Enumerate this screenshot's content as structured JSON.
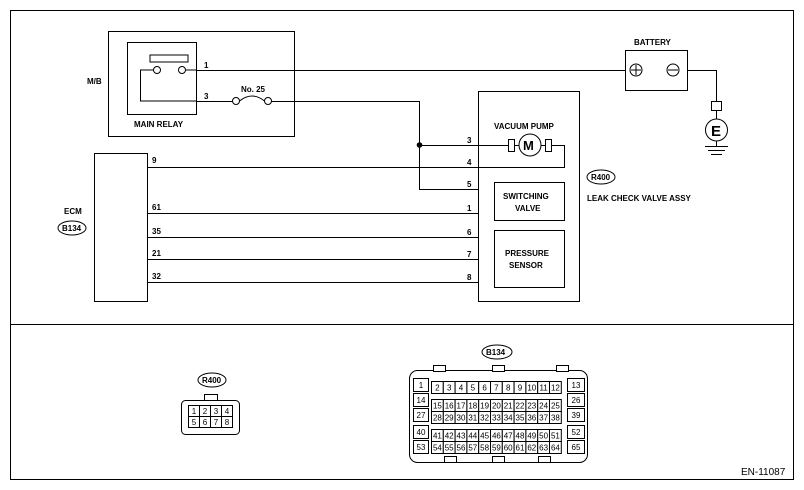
{
  "mb": {
    "label": "M/B"
  },
  "main_relay": {
    "label": "MAIN RELAY",
    "pin_a": "1",
    "pin_b": "3"
  },
  "fuse": {
    "label": "No. 25"
  },
  "battery": {
    "label": "BATTERY"
  },
  "ground": {
    "symbol": "E"
  },
  "ecm": {
    "label": "ECM",
    "connector": "B134",
    "pins": [
      "9",
      "61",
      "35",
      "21",
      "32"
    ]
  },
  "leak_check_valve_assy": {
    "label": "LEAK CHECK VALVE ASSY",
    "connector": "R400",
    "vacuum_pump": "VACUUM PUMP",
    "motor_symbol": "M",
    "switching_valve": [
      "SWITCHING",
      "VALVE"
    ],
    "pressure_sensor": [
      "PRESSURE",
      "SENSOR"
    ],
    "pins": [
      "3",
      "4",
      "5",
      "1",
      "6",
      "7",
      "8"
    ]
  },
  "connector_r400": {
    "label": "R400",
    "rows": [
      [
        "1",
        "2",
        "3",
        "4"
      ],
      [
        "5",
        "6",
        "7",
        "8"
      ]
    ]
  },
  "connector_b134": {
    "label": "B134",
    "left": [
      "1",
      "14",
      "27",
      "40",
      "53"
    ],
    "right": [
      "13",
      "26",
      "39",
      "52",
      "65"
    ],
    "rows": [
      [
        "2",
        "3",
        "4",
        "5",
        "6",
        "7",
        "8",
        "9",
        "10",
        "11",
        "12"
      ],
      [
        "15",
        "16",
        "17",
        "18",
        "19",
        "20",
        "21",
        "22",
        "23",
        "24",
        "25"
      ],
      [
        "28",
        "29",
        "30",
        "31",
        "32",
        "33",
        "34",
        "35",
        "36",
        "37",
        "38"
      ],
      [
        "41",
        "42",
        "43",
        "44",
        "45",
        "46",
        "47",
        "48",
        "49",
        "50",
        "51"
      ],
      [
        "54",
        "55",
        "56",
        "57",
        "58",
        "59",
        "60",
        "61",
        "62",
        "63",
        "64"
      ]
    ]
  },
  "figure_id": "EN-11087"
}
